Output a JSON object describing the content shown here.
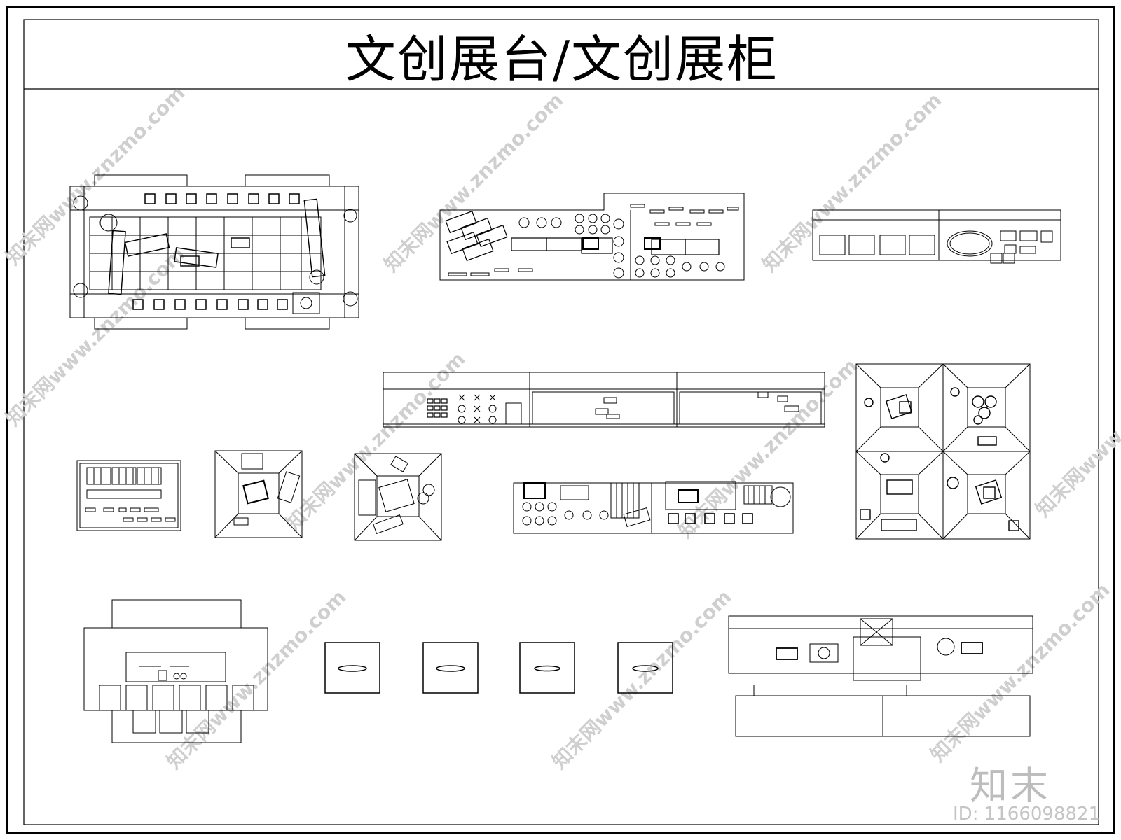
{
  "title": "文创展台/文创展柜",
  "watermark": {
    "logo_text": "知末",
    "id_text": "ID: 1166098821",
    "url_text": "知末网www.znzmo.com"
  },
  "colors": {
    "line": "#000000",
    "watermark": "#c8c8c8",
    "background": "#ffffff"
  }
}
